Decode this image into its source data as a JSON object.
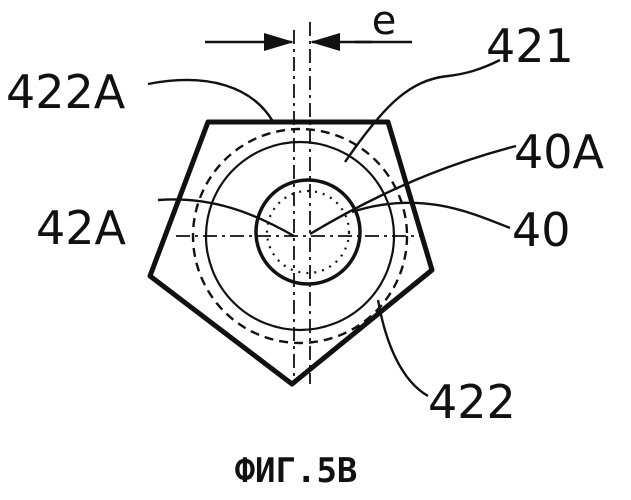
{
  "labels": {
    "e": "e",
    "ref_421": "421",
    "ref_422A": "422A",
    "ref_40A": "40A",
    "ref_42A": "42A",
    "ref_40": "40",
    "ref_422": "422"
  },
  "caption": "ФИГ.5В"
}
